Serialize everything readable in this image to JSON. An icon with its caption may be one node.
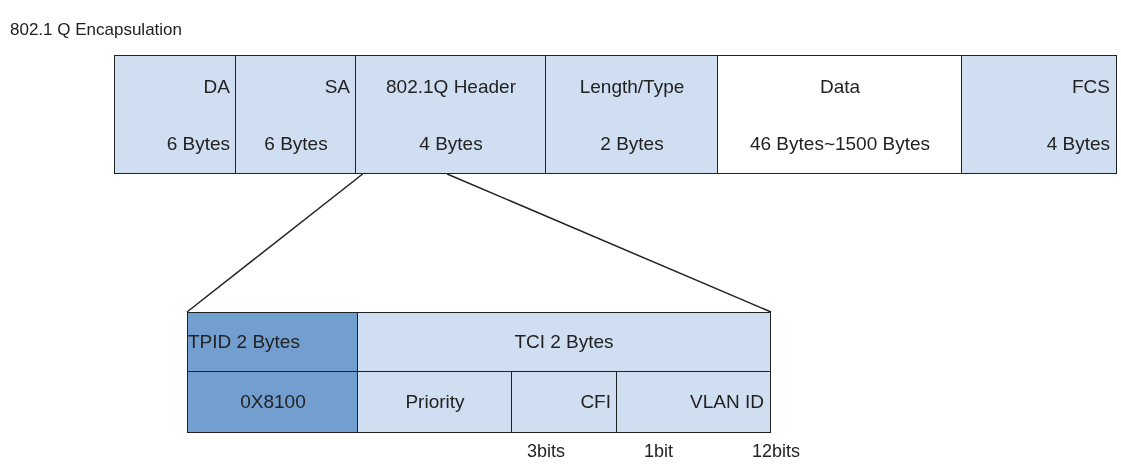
{
  "diagram": {
    "title": "802.1 Q Encapsulation",
    "nodes": [
      {
        "text": [
          "DA",
          "6 Bytes"
        ]
      },
      {
        "text": [
          "SA",
          "6 Bytes"
        ]
      },
      {
        "text": [
          "802.1Q Header",
          "4 Bytes"
        ]
      },
      {
        "text": [
          "Length/Type",
          "2 Bytes"
        ]
      },
      {
        "text": [
          "Data",
          "46 Bytes~1500 Bytes"
        ]
      },
      {
        "text": [
          "FCS",
          "4 Bytes"
        ]
      },
      {
        "text": [
          "TPID 2 Bytes"
        ]
      },
      {
        "text": [
          "TCI 2 Bytes"
        ]
      },
      {
        "text": [
          "0X8100"
        ]
      },
      {
        "text": [
          "Priority"
        ]
      },
      {
        "text": [
          "CFI"
        ]
      },
      {
        "text": [
          "VLAN ID"
        ]
      }
    ],
    "edges": [
      {
        "from": 2,
        "to": 6,
        "arrow": "none"
      },
      {
        "from": 2,
        "to": 7,
        "arrow": "none"
      }
    ],
    "labels": [
      "3bits",
      "1bit",
      "12bits"
    ]
  }
}
